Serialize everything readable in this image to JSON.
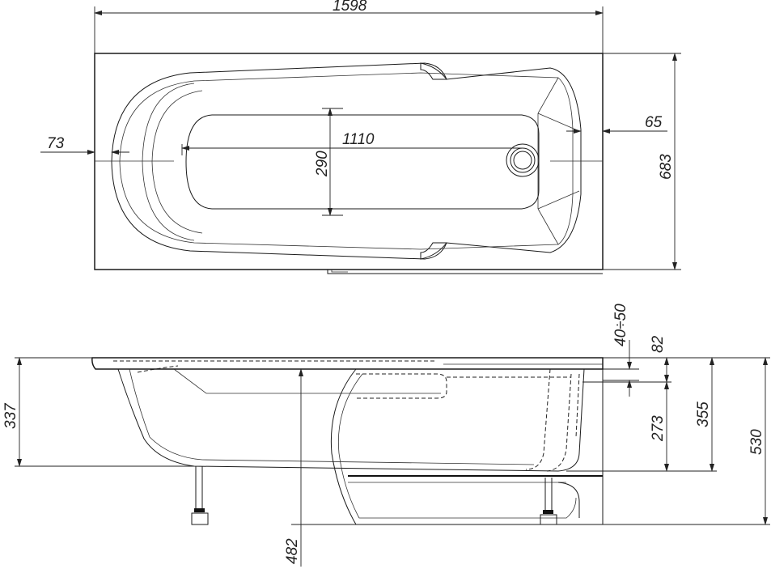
{
  "top_view": {
    "overall_length": "1598",
    "inner_length": "1110",
    "inner_width": "290",
    "rim_left": "73",
    "rim_right": "65",
    "overall_width": "683"
  },
  "side_view": {
    "adjust_range": "40÷50",
    "rim_height": "82",
    "depth": "273",
    "height_a": "355",
    "total_height": "530",
    "left_height": "337",
    "leg_height": "482"
  }
}
